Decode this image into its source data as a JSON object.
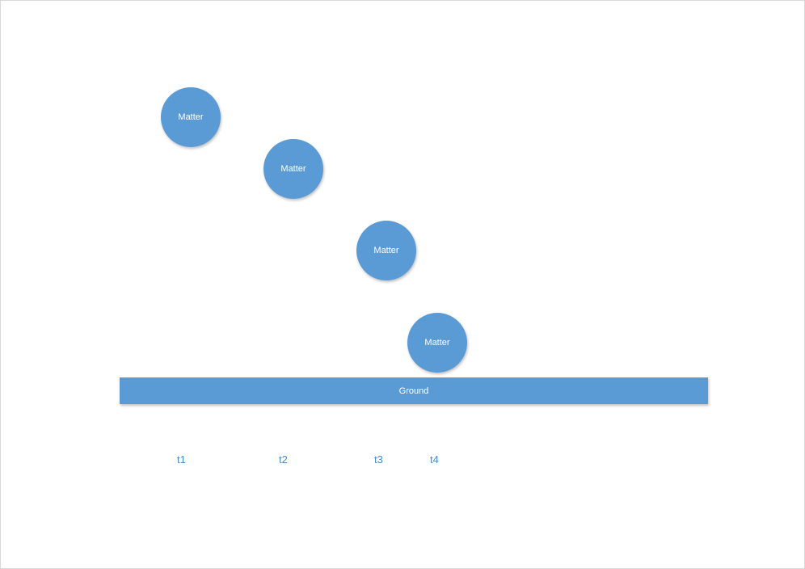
{
  "diagram": {
    "matter_nodes": [
      {
        "label": "Matter"
      },
      {
        "label": "Matter"
      },
      {
        "label": "Matter"
      },
      {
        "label": "Matter"
      }
    ],
    "ground": {
      "label": "Ground"
    },
    "time_labels": [
      "t1",
      "t2",
      "t3",
      "t4"
    ],
    "colors": {
      "shape_fill": "#5b9bd5",
      "shape_text": "#ffffff",
      "time_label_text": "#4a8ccf"
    }
  }
}
